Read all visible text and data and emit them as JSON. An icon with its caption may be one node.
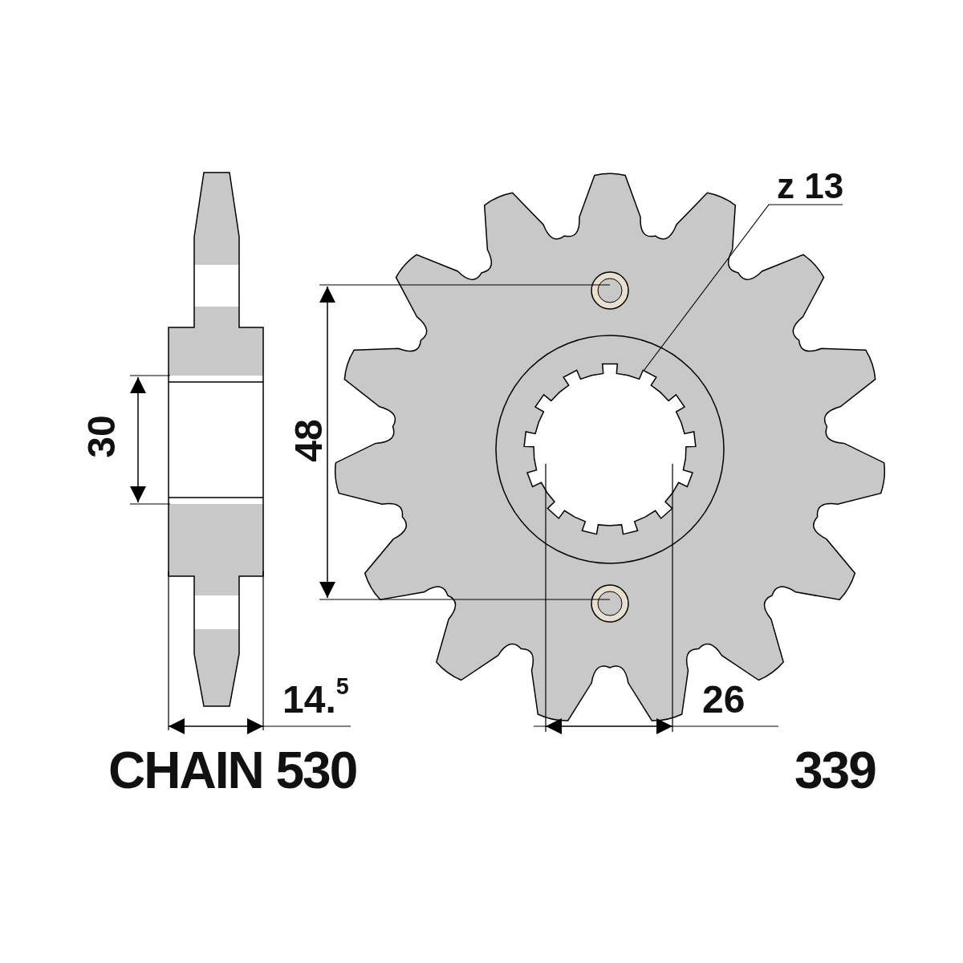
{
  "diagram": {
    "nodes": [
      {
        "text": [
          "z 13"
        ]
      },
      {
        "text": [],
        "shape": "picture"
      }
    ],
    "edges": [
      {
        "from": 0,
        "to": 1,
        "arrow": "none"
      }
    ],
    "labels": [
      "30",
      "48",
      "14.$^{5}$",
      "26",
      "CHAIN 530",
      "339"
    ]
  }
}
